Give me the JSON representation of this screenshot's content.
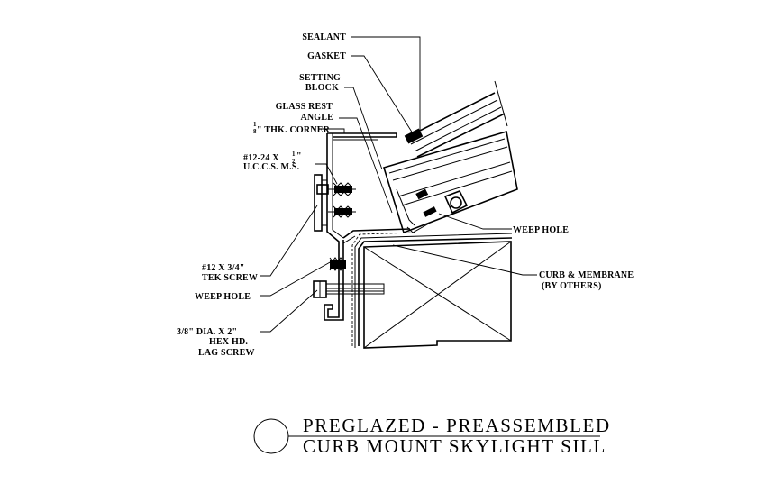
{
  "labels": {
    "sealant": "SEALANT",
    "gasket": "GASKET",
    "setting_block_1": "SETTING",
    "setting_block_2": "BLOCK",
    "glass_rest_1": "GLASS REST",
    "glass_rest_2": "ANGLE",
    "corner_frac": "1",
    "corner_den": "8",
    "corner_text": "\" THK. CORNER",
    "screw_top_1": "#12-24 X",
    "screw_top_frac": "1",
    "screw_top_den": "2",
    "screw_top_quote": "\"",
    "screw_top_2": "U.C.C.S. M.S.",
    "tek_1": "#12 X 3/4\"",
    "tek_2": "TEK SCREW",
    "weep_left": "WEEP HOLE",
    "lag_1": "3/8\" DIA. X 2\"",
    "lag_2": "HEX HD.",
    "lag_3": "LAG SCREW",
    "weep_right": "WEEP HOLE",
    "curb_1": "CURB & MEMBRANE",
    "curb_2": "(BY OTHERS)"
  },
  "title": {
    "line1": "PREGLAZED - PREASSEMBLED",
    "line2": "CURB MOUNT SKYLIGHT SILL"
  }
}
